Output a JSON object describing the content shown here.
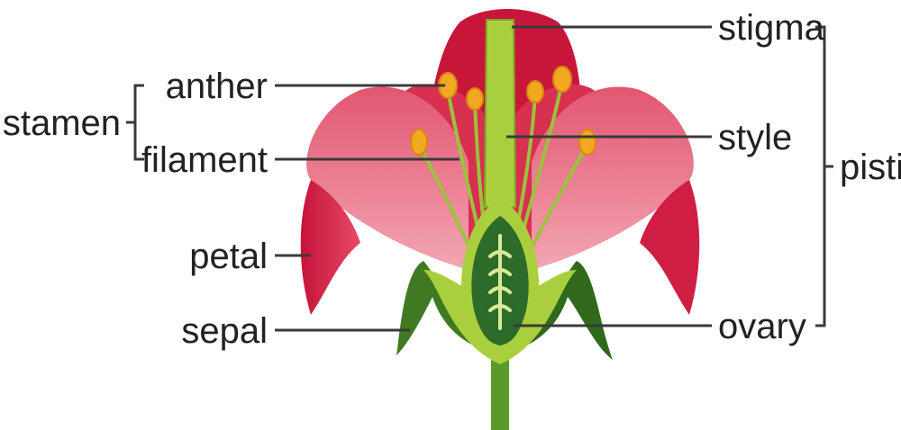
{
  "labels": {
    "stigma": "stigma",
    "style": "style",
    "ovary": "ovary",
    "pistil": "pistil",
    "anther": "anther",
    "filament": "filament",
    "stamen": "stamen",
    "petal": "petal",
    "sepal": "sepal"
  },
  "colors": {
    "petal_outer": "#c8163a",
    "petal_inner": "#e8647a",
    "petal_light": "#f3a0ad",
    "sepal": "#3f7a22",
    "pistil": "#a9cf3e",
    "ovary": "#2d6b2a",
    "anther": "#f2a81f",
    "filament": "#9cc23c",
    "stem": "#5a9a2a"
  }
}
